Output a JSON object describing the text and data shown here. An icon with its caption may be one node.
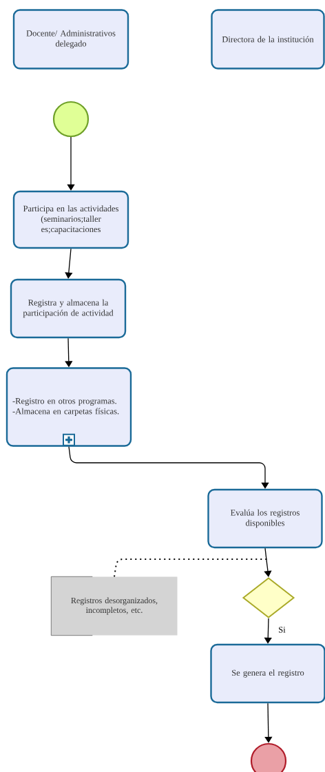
{
  "diagram": {
    "nodes": [
      {
        "text": [
          "Docente/ Administrativos delegado"
        ]
      },
      {
        "text": [
          "Directora de la institución"
        ]
      },
      {
        "text": [],
        "shape": "circle"
      },
      {
        "text": [
          "Participa en las actividades (seminarios;taller es;capacitaciones"
        ]
      },
      {
        "text": [
          "Registra y almacena la participación de actividad"
        ]
      },
      {
        "text": [
          "-Registro en otros programas.",
          "-Almacena en carpetas físicas."
        ]
      },
      {
        "text": [
          "Evalúa los registros disponibles"
        ]
      },
      {
        "text": [
          "Registros desorganizados, incompletos, etc."
        ]
      },
      {
        "text": [],
        "shape": "diamond"
      },
      {
        "text": [
          "Se genera el registro"
        ]
      },
      {
        "text": [],
        "shape": "circle"
      }
    ],
    "edges": [
      {
        "from": 2,
        "to": 3,
        "arrow": "to"
      },
      {
        "from": 3,
        "to": 4,
        "arrow": "to"
      },
      {
        "from": 4,
        "to": 5,
        "arrow": "to"
      },
      {
        "from": 5,
        "to": 6,
        "arrow": "to"
      },
      {
        "from": 6,
        "to": 8,
        "arrow": "to"
      },
      {
        "from": 8,
        "to": 9,
        "arrow": "to",
        "label": "Si"
      },
      {
        "from": 9,
        "to": 10,
        "arrow": "to"
      },
      {
        "from": 7,
        "to": null,
        "arrow": "none",
        "style": "dashed"
      }
    ]
  }
}
